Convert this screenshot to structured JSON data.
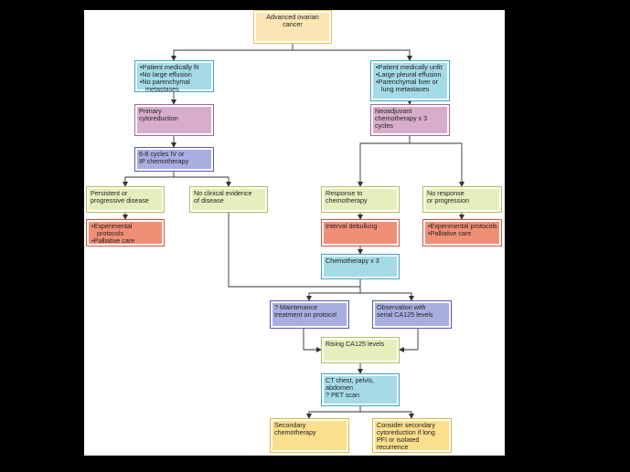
{
  "nodes": {
    "advanced": "Advanced ovarian\ncancer",
    "fit": [
      "Patient medically fit",
      "No large effusion",
      "No parenchymal metastases"
    ],
    "unfit": [
      "Patient medically unfit",
      "Large pleural effusion",
      "Parenchymal liver or lung metastases"
    ],
    "primary_cytoreduction": "Primary\ncytoreduction",
    "neoadjuvant": "Neoadjuvant\nchemotherapy x 3\ncycles",
    "cycles_chemo": "6-8 cycles IV or\nIP chemotherapy",
    "persistent": "Persistent or\nprogressive disease",
    "no_clinical": "No clinical evidence\nof disease",
    "response": "Response to\nchemotherapy",
    "no_response": "No response\nor progression",
    "experimental_left": [
      "Experimental protocols",
      "Palliative care"
    ],
    "interval_debulking": "Interval debulking",
    "experimental_right": [
      "Experimental protocols",
      "Palliative care"
    ],
    "chemo_x3": "Chemotherapy x 3",
    "maintenance": "? Maintenance\ntreatment on protocol",
    "observation": "Observation with\nserial CA125 levels",
    "rising_ca125": "Rising CA125 levels",
    "ct_pet": "CT chest, pelvis,\nabdomen\n? PET scan",
    "secondary_chemo": "Secondary\nchemotherapy",
    "secondary_cyto": "Consider secondary\ncytoreduction if long\nPFI or isolated\nrecurrence"
  },
  "colors": {
    "start": "#fbe5b5",
    "assessment": "#a4dbe6",
    "surgery": "#d8adcb",
    "chemotherapy": "#a9aee0",
    "outcome": "#e5efbd",
    "palliative": "#f18f76",
    "final": "#fcdf8d",
    "connector": "#333333"
  }
}
